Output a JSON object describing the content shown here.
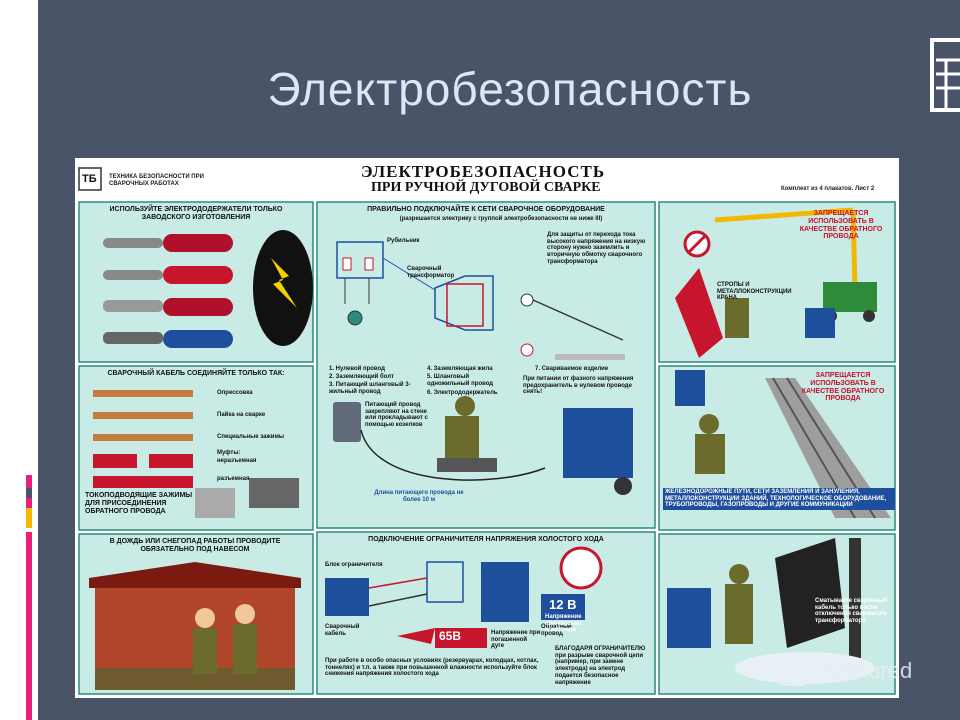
{
  "slide": {
    "title": "Электробезопасность",
    "accent_colors": [
      "#e8207a",
      "#f5b800",
      "#4a5468"
    ]
  },
  "poster": {
    "logo": "ТБ",
    "series_text": "ТЕХНИКА БЕЗОПАСНОСТИ ПРИ СВАРОЧНЫХ РАБОТАХ",
    "title": "ЭЛЕКТРОБЕЗОПАСНОСТЬ",
    "subtitle": "ПРИ РУЧНОЙ ДУГОВОЙ СВАРКЕ",
    "kit_note": "Комплект из 4 плакатов.  Лист 2",
    "panel_holders": {
      "heading": "ИСПОЛЬЗУЙТЕ ЭЛЕКТРОДОДЕРЖАТЕЛИ ТОЛЬКО ЗАВОДСКОГО ИЗГОТОВЛЕНИЯ"
    },
    "panel_cable": {
      "heading": "СВАРОЧНЫЙ КАБЕЛЬ СОЕДИНЯЙТЕ ТОЛЬКО ТАК:",
      "methods": [
        "Опрессовка",
        "Пайка на сварке",
        "Специальные зажимы",
        "Муфты:",
        "неразъемная",
        "разъемная"
      ],
      "clamps_note": "ТОКОПОДВОДЯЩИЕ ЗАЖИМЫ ДЛЯ ПРИСОЕДИНЕНИЯ ОБРАТНОГО ПРОВОДА"
    },
    "panel_rain": {
      "heading": "В ДОЖДЬ ИЛИ СНЕГОПАД РАБОТЫ ПРОВОДИТЕ ОБЯЗАТЕЛЬНО ПОД НАВЕСОМ"
    },
    "panel_connect": {
      "heading": "ПРАВИЛЬНО ПОДКЛЮЧАЙТЕ К СЕТИ СВАРОЧНОЕ ОБОРУДОВАНИЕ",
      "subheading": "(разрешается электрику с группой электробезопасности не ниже III)",
      "switch_label": "Рубильник",
      "transformer_label": "Сварочный трансформатор",
      "protection_note": "Для защиты от перехода тока высокого напряжения на низкую сторону нужно заземлить и вторичную обмотку сварочного трансформатора",
      "legend_left": [
        "1. Нулевой провод",
        "2. Заземляющий болт",
        "3. Питающий шланговый 3-жильный провод"
      ],
      "legend_right": [
        "4. Заземляющая жила",
        "5. Шланговый одножильный провод",
        "6. Электрододержатель"
      ],
      "item7": "7. Свариваемое изделие",
      "phase_note": "При питании от фазного напряжения предохранитель в нулевом проводе снять!",
      "feed_note": "Питающий провод закрепляют на стене или прокладывают с помощью козелков",
      "length_note": "Длина питающего провода не более 10 м"
    },
    "panel_limiter": {
      "heading": "ПОДКЛЮЧЕНИЕ ОГРАНИЧИТЕЛЯ НАПРЯЖЕНИЯ ХОЛОСТОГО ХОДА",
      "block_label": "Блок ограничителя",
      "cable_label": "Сварочный кабель",
      "return_label": "Обратный провод",
      "volt_high": "65В",
      "volt_high_note": "Напряжение при погашенной дуге",
      "volt_low": "12 В",
      "volt_low_note": "Напряжение при касании электрода",
      "benefit_note": "БЛАГОДАРЯ ОГРАНИЧИТЕЛЮ при разрыве сварочной цепи (например, при замене электрода) на электрод подается безопасное напряжение",
      "special_note": "При работе в особо опасных условиях (резервуарах, колодцах, котлах, тоннелях) и т.п. а также при повышенной влажности используйте блок снижения напряжения холостого хода"
    },
    "panel_crane": {
      "warning": "ЗАПРЕЩАЕТСЯ ИСПОЛЬЗОВАТЬ В КАЧЕСТВЕ ОБРАТНОГО ПРОВОДА",
      "label": "СТРОПЫ И МЕТАЛЛОКОНСТРУКЦИИ КРАНА"
    },
    "panel_rails": {
      "warning": "ЗАПРЕЩАЕТСЯ ИСПОЛЬЗОВАТЬ В КАЧЕСТВЕ ОБРАТНОГО ПРОВОДА",
      "list": "ЖЕЛЕЗНОДОРОЖНЫЕ ПУТИ, СЕТИ ЗАЗЕМЛЕНИЯ И ЗАНУЛЕНИЯ, МЕТАЛЛОКОНСТРУКЦИИ ЗДАНИЙ, ТЕХНОЛОГИЧЕСКОЕ ОБОРУДОВАНИЕ, ТРУБОПРОВОДЫ, ГАЗОПРОВОДЫ И ДРУГИЕ КОММУНИКАЦИИ"
    },
    "panel_rewind": {
      "note": "Сматывайте сварочный кабель только после отключения сварочного трансформатора"
    }
  },
  "watermark": "MyShared"
}
